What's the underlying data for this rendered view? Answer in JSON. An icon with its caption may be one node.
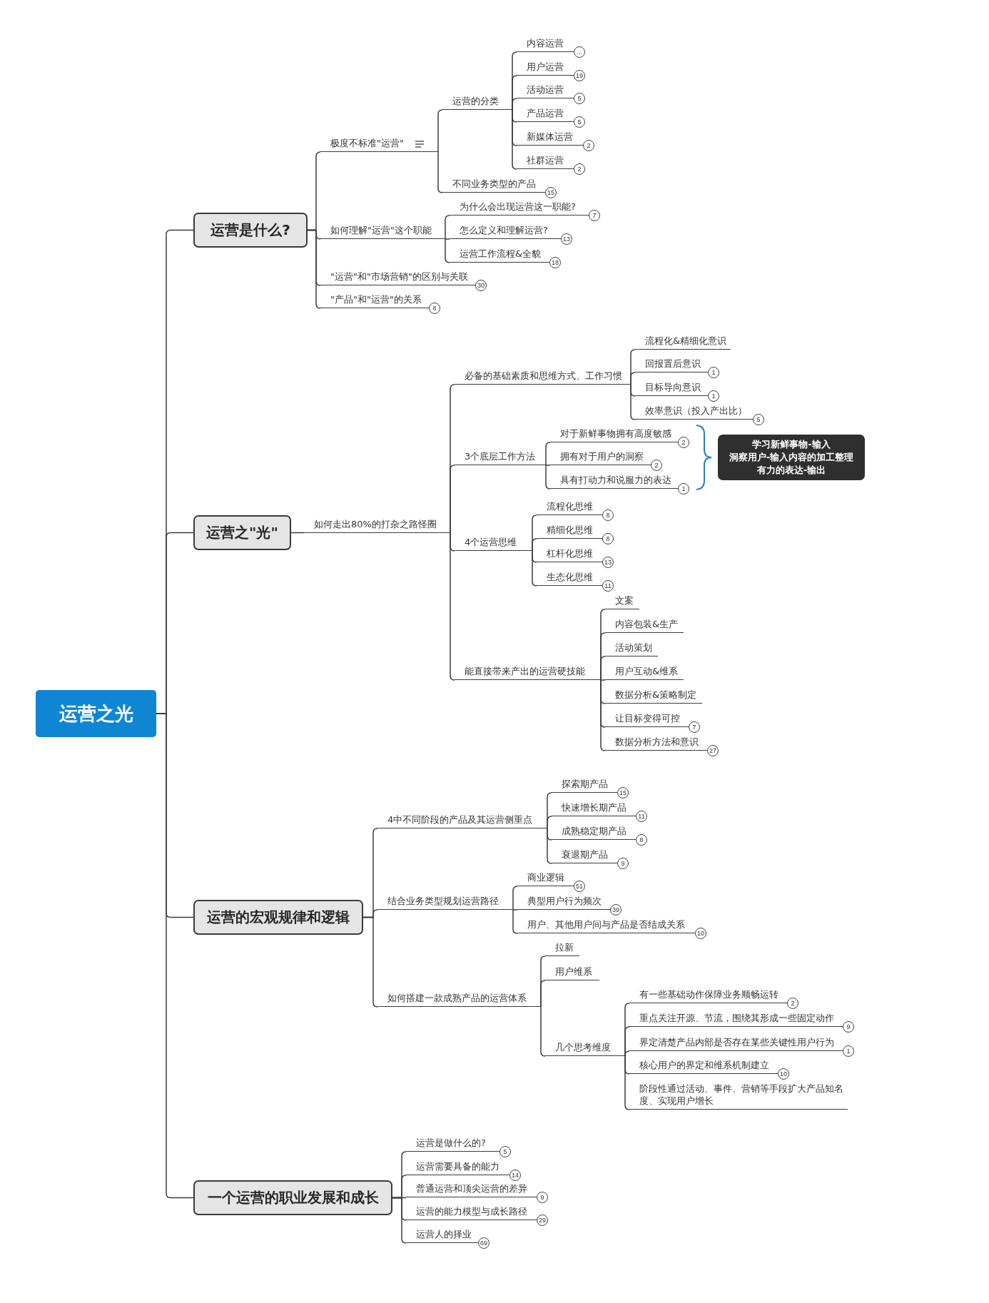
{
  "diagram": {
    "nodes": [
      {
        "text": [
          "运营之光"
        ]
      },
      {
        "text": [
          "运营是什么?"
        ]
      },
      {
        "text": [
          "极度不标准\"运营\""
        ]
      },
      {
        "text": [
          "运营的分类"
        ]
      },
      {
        "text": [
          "内容运营"
        ],
        "beside": [
          "…"
        ]
      },
      {
        "text": [
          "用户运营"
        ],
        "beside": [
          "19"
        ]
      },
      {
        "text": [
          "活动运营"
        ],
        "beside": [
          "5"
        ]
      },
      {
        "text": [
          "产品运营"
        ],
        "beside": [
          "5"
        ]
      },
      {
        "text": [
          "新媒体运营"
        ],
        "beside": [
          "2"
        ]
      },
      {
        "text": [
          "社群运营"
        ],
        "beside": [
          "2"
        ]
      },
      {
        "text": [
          "不同业务类型的产品"
        ],
        "beside": [
          "15"
        ]
      },
      {
        "text": [
          "如何理解\"运营\"这个职能"
        ]
      },
      {
        "text": [
          "为什么会出现运营这一职能?"
        ],
        "beside": [
          "7"
        ]
      },
      {
        "text": [
          "怎么定义和理解运营?"
        ],
        "beside": [
          "13"
        ]
      },
      {
        "text": [
          "运营工作流程&全貌"
        ],
        "beside": [
          "18"
        ]
      },
      {
        "text": [
          "\"运营\"和\"市场营销\"的区别与关联"
        ],
        "beside": [
          "30"
        ]
      },
      {
        "text": [
          "\"产品\"和\"运营\"的关系"
        ],
        "beside": [
          "8"
        ]
      },
      {
        "text": [
          "运营之\"光\""
        ]
      },
      {
        "text": [
          "如何走出80%的打杂之路怪圈"
        ]
      },
      {
        "text": [
          "必备的基础素质和思维方式、工作习惯"
        ]
      },
      {
        "text": [
          "流程化&精细化意识"
        ]
      },
      {
        "text": [
          "回报置后意识"
        ],
        "beside": [
          "1"
        ]
      },
      {
        "text": [
          "目标导向意识"
        ],
        "beside": [
          "1"
        ]
      },
      {
        "text": [
          "效率意识（投入产出比）"
        ],
        "beside": [
          "5"
        ]
      },
      {
        "text": [
          "3个底层工作方法"
        ]
      },
      {
        "text": [
          "对于新鲜事物拥有高度敏感"
        ],
        "beside": [
          "2"
        ]
      },
      {
        "text": [
          "拥有对于用户的洞察"
        ],
        "beside": [
          "2"
        ]
      },
      {
        "text": [
          "具有打动力和说服力的表达"
        ],
        "beside": [
          "1"
        ]
      },
      {
        "text": [
          "学习新鲜事物-输入",
          "洞察用户-输入内容的加工整理",
          "有力的表达-输出"
        ]
      },
      {
        "text": [
          "4个运营思维"
        ]
      },
      {
        "text": [
          "流程化思维"
        ],
        "beside": [
          "8"
        ]
      },
      {
        "text": [
          "精细化思维"
        ],
        "beside": [
          "8"
        ]
      },
      {
        "text": [
          "杠杆化思维"
        ],
        "beside": [
          "13"
        ]
      },
      {
        "text": [
          "生态化思维"
        ],
        "beside": [
          "11"
        ]
      },
      {
        "text": [
          "能直接带来产出的运营硬技能"
        ]
      },
      {
        "text": [
          "文案"
        ]
      },
      {
        "text": [
          "内容包装&生产"
        ]
      },
      {
        "text": [
          "活动策划"
        ]
      },
      {
        "text": [
          "用户互动&维系"
        ]
      },
      {
        "text": [
          "数据分析&策略制定"
        ]
      },
      {
        "text": [
          "让目标变得可控"
        ],
        "beside": [
          "7"
        ]
      },
      {
        "text": [
          "数据分析方法和意识"
        ],
        "beside": [
          "27"
        ]
      },
      {
        "text": [
          "运营的宏观规律和逻辑"
        ]
      },
      {
        "text": [
          "4中不同阶段的产品及其运营侧重点"
        ]
      },
      {
        "text": [
          "探索期产品"
        ],
        "beside": [
          "15"
        ]
      },
      {
        "text": [
          "快速增长期产品"
        ],
        "beside": [
          "11"
        ]
      },
      {
        "text": [
          "成熟稳定期产品"
        ],
        "beside": [
          "8"
        ]
      },
      {
        "text": [
          "衰退期产品"
        ],
        "beside": [
          "9"
        ]
      },
      {
        "text": [
          "结合业务类型规划运营路径"
        ]
      },
      {
        "text": [
          "商业逻辑"
        ],
        "beside": [
          "51"
        ]
      },
      {
        "text": [
          "典型用户行为频次"
        ],
        "beside": [
          "39"
        ]
      },
      {
        "text": [
          "用户、其他用户间与产品是否结成关系"
        ],
        "beside": [
          "10"
        ]
      },
      {
        "text": [
          "如何搭建一款成熟产品的运营体系"
        ]
      },
      {
        "text": [
          "拉新"
        ]
      },
      {
        "text": [
          "用户维系"
        ]
      },
      {
        "text": [
          "几个思考维度"
        ]
      },
      {
        "text": [
          "有一些基础动作保障业务顺畅运转"
        ],
        "beside": [
          "2"
        ]
      },
      {
        "text": [
          "重点关注开源、节流，围绕其形成一些固定动作"
        ],
        "beside": [
          "9"
        ]
      },
      {
        "text": [
          "界定清楚产品内部是否存在某些关键性用户行为"
        ],
        "beside": [
          "1"
        ]
      },
      {
        "text": [
          "核心用户的界定和维系机制建立"
        ],
        "beside": [
          "10"
        ]
      },
      {
        "text": [
          "阶段性通过活动、事件、营销等手段扩大产品知名度、实现用户增长"
        ]
      },
      {
        "text": [
          "一个运营的职业发展和成长"
        ]
      },
      {
        "text": [
          "运营是做什么的?"
        ],
        "beside": [
          "5"
        ]
      },
      {
        "text": [
          "运营需要具备的能力"
        ],
        "beside": [
          "14"
        ]
      },
      {
        "text": [
          "普通运营和顶尖运营的差异"
        ],
        "beside": [
          "9"
        ]
      },
      {
        "text": [
          "运营的能力模型与成长路径"
        ],
        "beside": [
          "29"
        ]
      },
      {
        "text": [
          "运营人的择业"
        ],
        "beside": [
          "69"
        ]
      }
    ],
    "edges": [
      {
        "from": 0,
        "to": 1,
        "arrow": "none"
      },
      {
        "from": 0,
        "to": 17,
        "arrow": "none"
      },
      {
        "from": 0,
        "to": 42,
        "arrow": "none"
      },
      {
        "from": 0,
        "to": 61,
        "arrow": "none"
      },
      {
        "from": 1,
        "to": 2,
        "arrow": "none"
      },
      {
        "from": 1,
        "to": 11,
        "arrow": "none"
      },
      {
        "from": 1,
        "to": 15,
        "arrow": "none"
      },
      {
        "from": 1,
        "to": 16,
        "arrow": "none"
      },
      {
        "from": 2,
        "to": 3,
        "arrow": "none"
      },
      {
        "from": 2,
        "to": 10,
        "arrow": "none"
      },
      {
        "from": 3,
        "to": 4,
        "arrow": "none"
      },
      {
        "from": 3,
        "to": 5,
        "arrow": "none"
      },
      {
        "from": 3,
        "to": 6,
        "arrow": "none"
      },
      {
        "from": 3,
        "to": 7,
        "arrow": "none"
      },
      {
        "from": 3,
        "to": 8,
        "arrow": "none"
      },
      {
        "from": 3,
        "to": 9,
        "arrow": "none"
      },
      {
        "from": 11,
        "to": 12,
        "arrow": "none"
      },
      {
        "from": 11,
        "to": 13,
        "arrow": "none"
      },
      {
        "from": 11,
        "to": 14,
        "arrow": "none"
      },
      {
        "from": 17,
        "to": 18,
        "arrow": "none"
      },
      {
        "from": 18,
        "to": 19,
        "arrow": "none"
      },
      {
        "from": 18,
        "to": 24,
        "arrow": "none"
      },
      {
        "from": 18,
        "to": 29,
        "arrow": "none"
      },
      {
        "from": 18,
        "to": 34,
        "arrow": "none"
      },
      {
        "from": 19,
        "to": 20,
        "arrow": "none"
      },
      {
        "from": 19,
        "to": 21,
        "arrow": "none"
      },
      {
        "from": 19,
        "to": 22,
        "arrow": "none"
      },
      {
        "from": 19,
        "to": 23,
        "arrow": "none"
      },
      {
        "from": 24,
        "to": 25,
        "arrow": "none"
      },
      {
        "from": 24,
        "to": 26,
        "arrow": "none"
      },
      {
        "from": 24,
        "to": 27,
        "arrow": "none"
      },
      {
        "from": 29,
        "to": 30,
        "arrow": "none"
      },
      {
        "from": 29,
        "to": 31,
        "arrow": "none"
      },
      {
        "from": 29,
        "to": 32,
        "arrow": "none"
      },
      {
        "from": 29,
        "to": 33,
        "arrow": "none"
      },
      {
        "from": 34,
        "to": 35,
        "arrow": "none"
      },
      {
        "from": 34,
        "to": 36,
        "arrow": "none"
      },
      {
        "from": 34,
        "to": 37,
        "arrow": "none"
      },
      {
        "from": 34,
        "to": 38,
        "arrow": "none"
      },
      {
        "from": 34,
        "to": 39,
        "arrow": "none"
      },
      {
        "from": 34,
        "to": 40,
        "arrow": "none"
      },
      {
        "from": 34,
        "to": 41,
        "arrow": "none"
      },
      {
        "from": 42,
        "to": 43,
        "arrow": "none"
      },
      {
        "from": 42,
        "to": 48,
        "arrow": "none"
      },
      {
        "from": 42,
        "to": 52,
        "arrow": "none"
      },
      {
        "from": 43,
        "to": 44,
        "arrow": "none"
      },
      {
        "from": 43,
        "to": 45,
        "arrow": "none"
      },
      {
        "from": 43,
        "to": 46,
        "arrow": "none"
      },
      {
        "from": 43,
        "to": 47,
        "arrow": "none"
      },
      {
        "from": 48,
        "to": 49,
        "arrow": "none"
      },
      {
        "from": 48,
        "to": 50,
        "arrow": "none"
      },
      {
        "from": 48,
        "to": 51,
        "arrow": "none"
      },
      {
        "from": 52,
        "to": 53,
        "arrow": "none"
      },
      {
        "from": 52,
        "to": 54,
        "arrow": "none"
      },
      {
        "from": 52,
        "to": 55,
        "arrow": "none"
      },
      {
        "from": 55,
        "to": 56,
        "arrow": "none"
      },
      {
        "from": 55,
        "to": 57,
        "arrow": "none"
      },
      {
        "from": 55,
        "to": 58,
        "arrow": "none"
      },
      {
        "from": 55,
        "to": 59,
        "arrow": "none"
      },
      {
        "from": 55,
        "to": 60,
        "arrow": "none"
      },
      {
        "from": 61,
        "to": 62,
        "arrow": "none"
      },
      {
        "from": 61,
        "to": 63,
        "arrow": "none"
      },
      {
        "from": 61,
        "to": 64,
        "arrow": "none"
      },
      {
        "from": 61,
        "to": 65,
        "arrow": "none"
      },
      {
        "from": 61,
        "to": 66,
        "arrow": "none"
      }
    ]
  }
}
